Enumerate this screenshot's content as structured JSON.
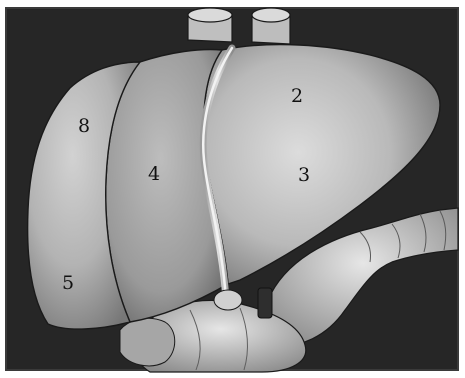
{
  "figure": {
    "segments": [
      {
        "id": "8",
        "label": "8"
      },
      {
        "id": "2",
        "label": "2"
      },
      {
        "id": "4",
        "label": "4"
      },
      {
        "id": "3",
        "label": "3"
      },
      {
        "id": "5",
        "label": "5"
      }
    ]
  },
  "colors": {
    "background": "#2a2a2a",
    "organ_light": "#d8d8d8",
    "organ_mid": "#a9a9a9",
    "organ_dark": "#6e6e6e",
    "outline": "#1a1a1a"
  }
}
